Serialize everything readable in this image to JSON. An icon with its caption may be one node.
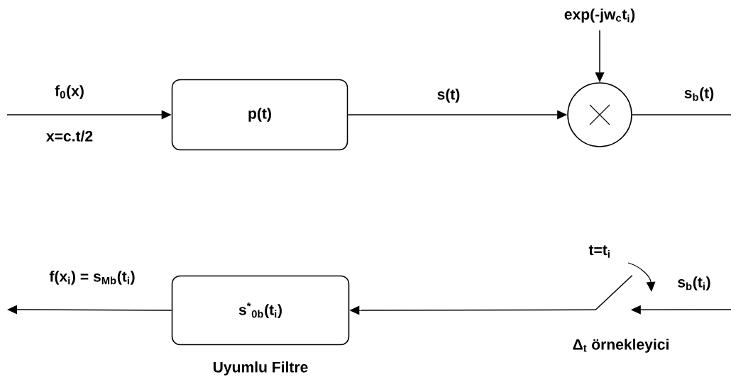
{
  "diagram": {
    "nodes": [
      {
        "text": [
          "p(t)"
        ]
      },
      {
        "text": [],
        "shape": "circle"
      },
      {
        "text": [
          "exp(-jw$_{c}$t$_{i}$)"
        ]
      },
      {
        "text": [],
        "shape": "switch",
        "beside": [
          "t=t$_{i}$",
          "Δ$_{t}$ örnekleyici"
        ]
      },
      {
        "text": [
          "s$^{*}$$_{0b}$(t$_{i}$)"
        ],
        "beside": [
          "Uyumlu Filtre"
        ]
      }
    ],
    "edges": [
      {
        "from": null,
        "to": 0,
        "arrow": "to",
        "label": "f$_{0}$(x)"
      },
      {
        "from": 0,
        "to": 1,
        "arrow": "to",
        "label": "s(t)"
      },
      {
        "from": 2,
        "to": 1,
        "arrow": "to"
      },
      {
        "from": 1,
        "to": null,
        "arrow": "none",
        "label": "s$_{b}$(t)"
      },
      {
        "from": null,
        "to": 3,
        "arrow": "to",
        "label": "s$_{b}$(t$_{i}$)"
      },
      {
        "from": 3,
        "to": 4,
        "arrow": "to"
      },
      {
        "from": 4,
        "to": null,
        "arrow": "to",
        "label": "f(x$_{i}$) = s$_{Mb}$(t$_{i}$)"
      }
    ],
    "labels": [
      "x=c.t/2"
    ]
  }
}
